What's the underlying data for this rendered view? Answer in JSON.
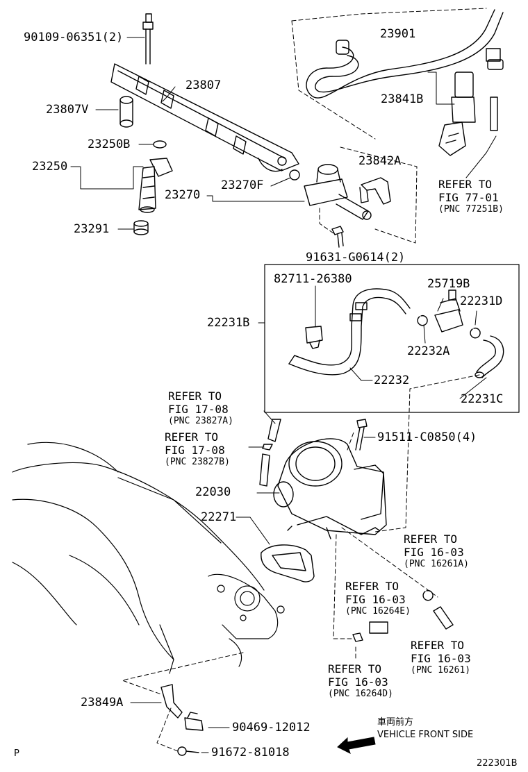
{
  "parts": {
    "p90109": "90109-06351(2)",
    "p23807": "23807",
    "p23807v": "23807V",
    "p23250b": "23250B",
    "p23250": "23250",
    "p23270f": "23270F",
    "p23270": "23270",
    "p23291": "23291",
    "p23901": "23901",
    "p23841b": "23841B",
    "p23842a": "23842A",
    "p91631": "91631-G0614(2)",
    "p82711": "82711-26380",
    "p25719b": "25719B",
    "p22231d": "22231D",
    "p22231b": "22231B",
    "p22232a": "22232A",
    "p22232": "22232",
    "p22231c": "22231C",
    "p91511": "91511-C0850(4)",
    "p22030": "22030",
    "p22271": "22271",
    "p23849a": "23849A",
    "p90469": "90469-12012",
    "p91672": "91672-81018"
  },
  "refs": {
    "ref7701": {
      "l1": "REFER TO",
      "l2": "FIG 77-01",
      "l3": "(PNC 77251B)"
    },
    "ref1708a": {
      "l1": "REFER TO",
      "l2": "FIG 17-08",
      "l3": "(PNC 23827A)"
    },
    "ref1708b": {
      "l1": "REFER TO",
      "l2": "FIG 17-08",
      "l3": "(PNC 23827B)"
    },
    "ref1603a": {
      "l1": "REFER TO",
      "l2": "FIG 16-03",
      "l3": "(PNC 16261A)"
    },
    "ref1603e": {
      "l1": "REFER TO",
      "l2": "FIG 16-03",
      "l3": "(PNC 16264E)"
    },
    "ref1603": {
      "l1": "REFER TO",
      "l2": "FIG 16-03",
      "l3": "(PNC 16261)"
    },
    "ref1603d": {
      "l1": "REFER TO",
      "l2": "FIG 16-03",
      "l3": "(PNC 16264D)"
    }
  },
  "footer": {
    "vehicle_front_jp": "車両前方",
    "vehicle_front_en": "VEHICLE FRONT SIDE",
    "corner_letter": "P",
    "figure_code": "222301B"
  },
  "icons": {
    "arrow": "vehicle-front-arrow-icon"
  }
}
